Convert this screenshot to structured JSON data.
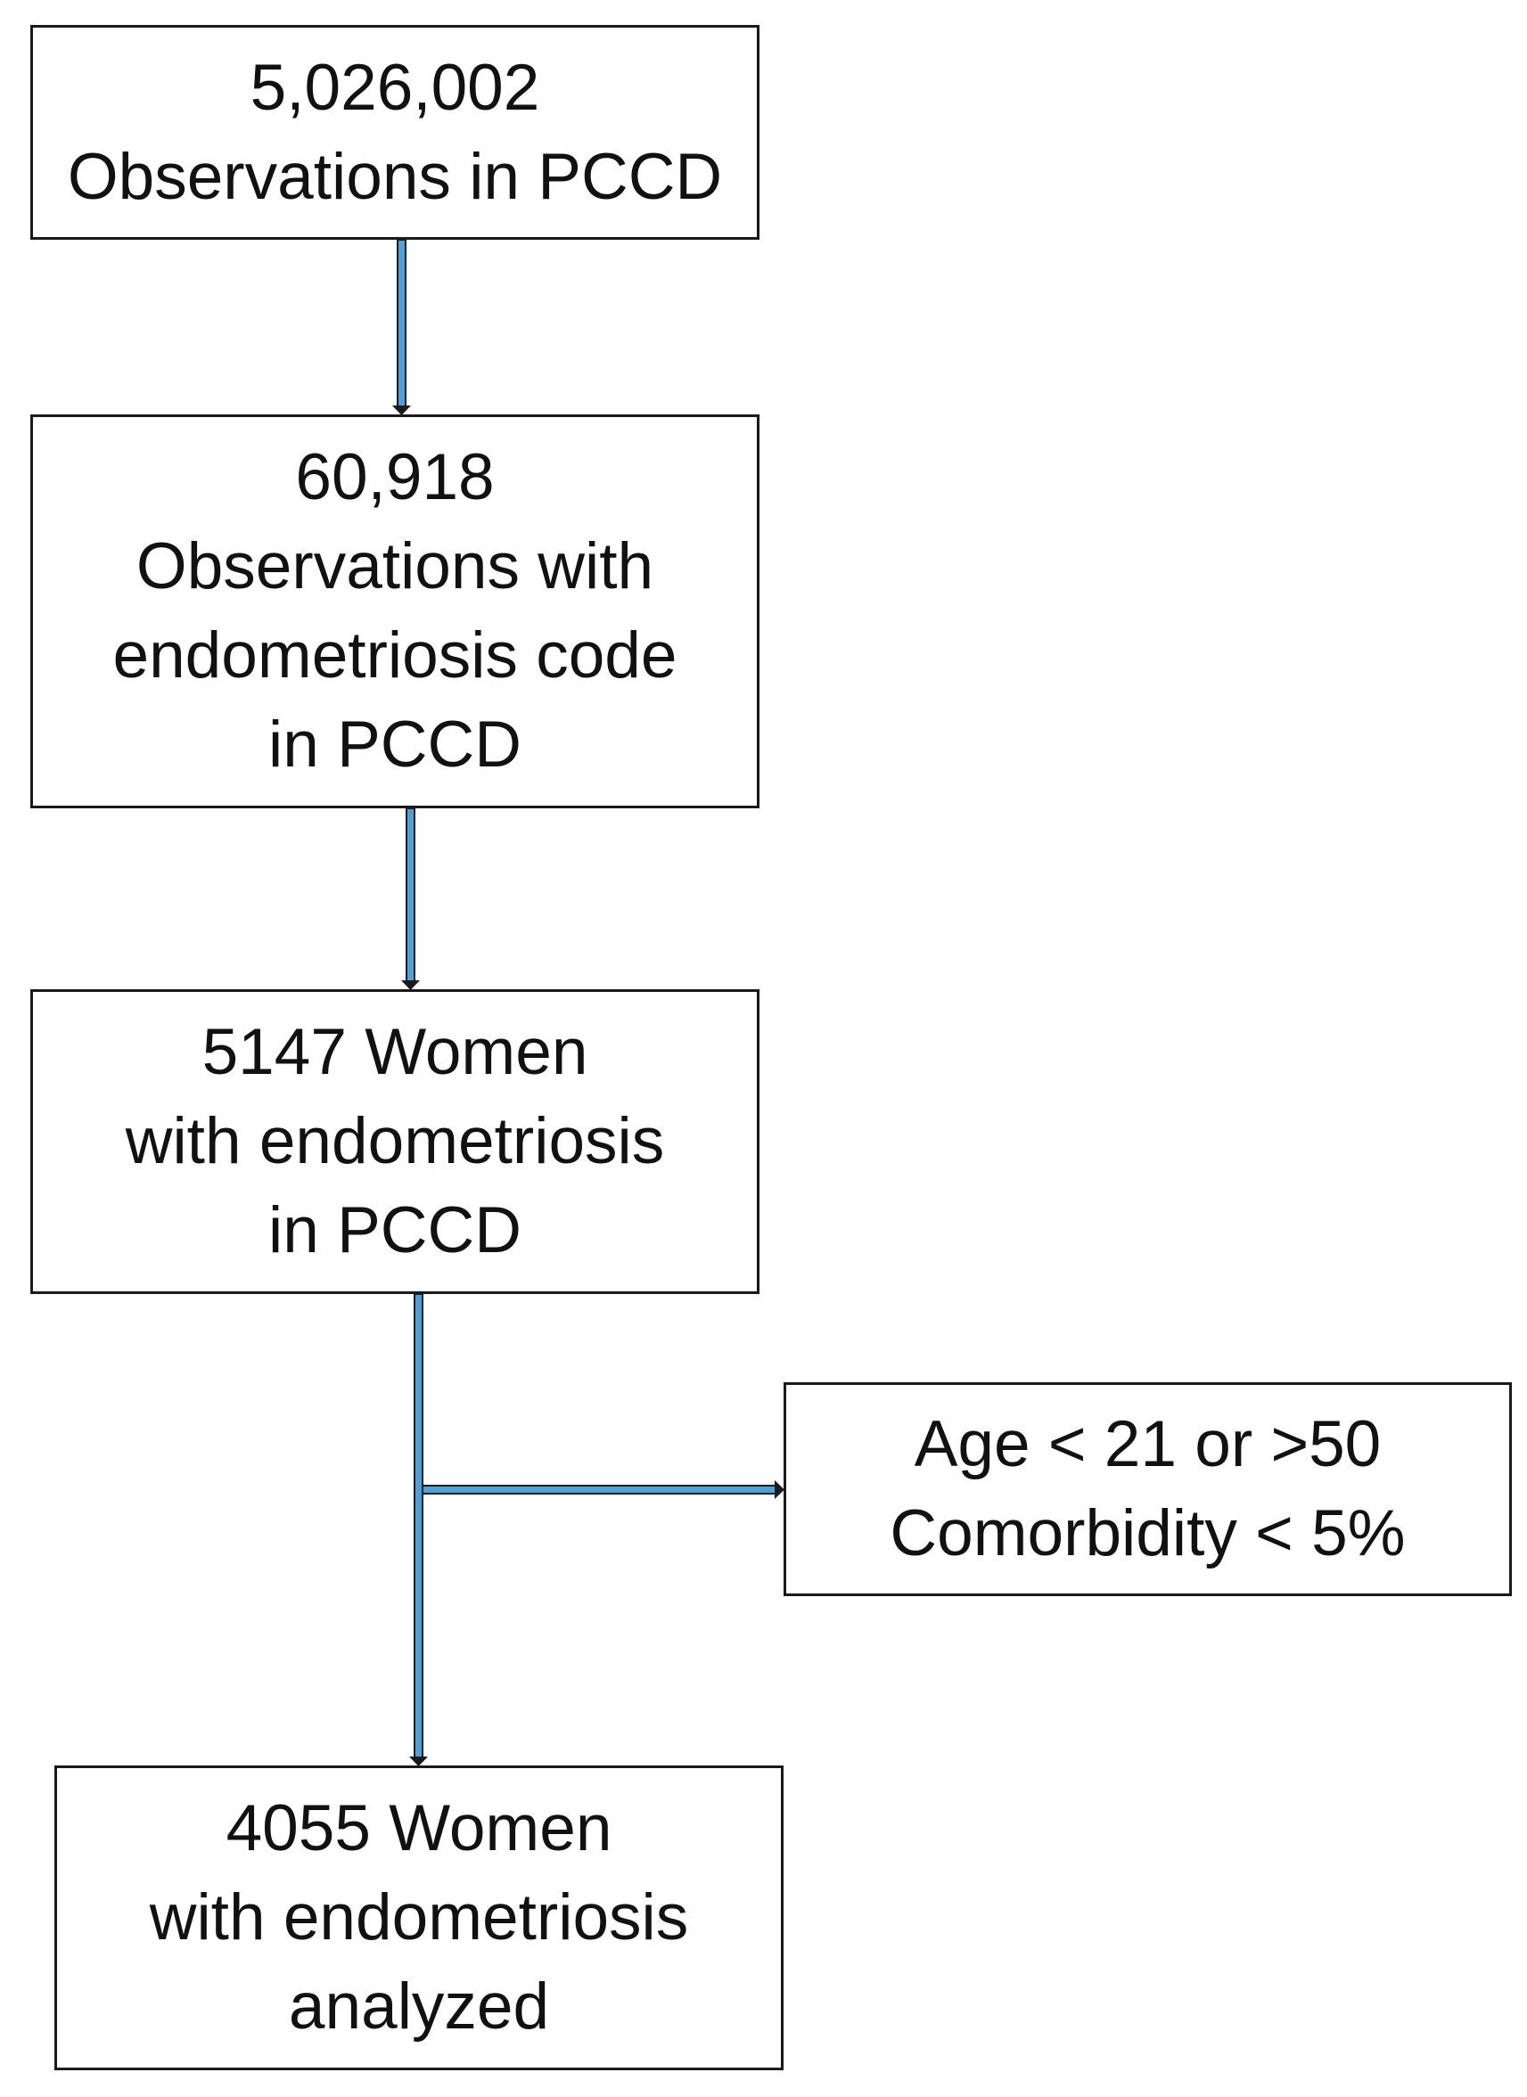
{
  "boxes": {
    "observations_total": {
      "lines": [
        "5,026,002",
        "Observations in PCCD"
      ]
    },
    "observations_endometriosis": {
      "lines": [
        "60,918",
        "Observations with",
        "endometriosis code",
        "in PCCD"
      ]
    },
    "women_endometriosis": {
      "lines": [
        "5147 Women",
        "with endometriosis",
        "in PCCD"
      ]
    },
    "exclusion": {
      "lines": [
        "Age < 21 or >50",
        "Comorbidity < 5%"
      ]
    },
    "analyzed": {
      "lines": [
        "4055 Women",
        "with endometriosis",
        "analyzed"
      ]
    }
  },
  "colors": {
    "connector_fill": "#4aa3d8",
    "connector_outline": "#1a1a1a",
    "box_border": "#1a1a1a"
  }
}
